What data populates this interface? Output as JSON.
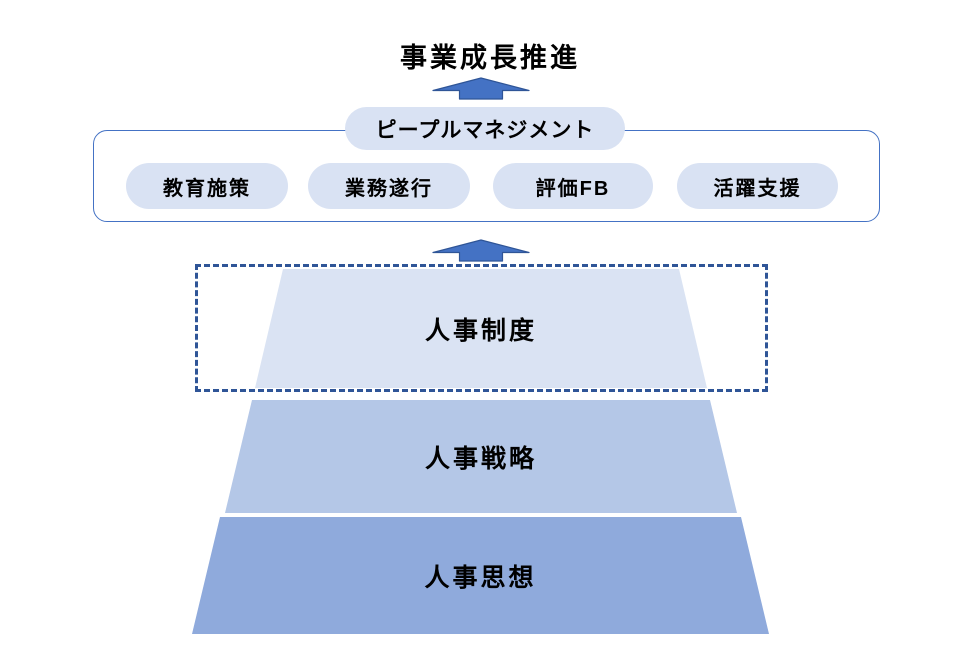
{
  "palette": {
    "accent": "#4472C4",
    "accent_dark": "#2F5597",
    "pill_fill": "#D9E2F3",
    "layer1_fill": "#DAE3F3",
    "layer2_fill": "#B4C7E7",
    "layer3_fill": "#8FAADC",
    "text": "#000000",
    "background": "#FFFFFF"
  },
  "diagram": {
    "goal_title": "事業成長推進",
    "people_management_label": "ピープルマネジメント",
    "management_pills": [
      {
        "label": "教育施策"
      },
      {
        "label": "業務遂行"
      },
      {
        "label": "評価FB"
      },
      {
        "label": "活躍支援"
      }
    ],
    "pyramid_layers": [
      {
        "label": "人事制度",
        "highlighted": true
      },
      {
        "label": "人事戦略",
        "highlighted": false
      },
      {
        "label": "人事思想",
        "highlighted": false
      }
    ],
    "icons": {
      "up_arrow": "⬆"
    }
  }
}
